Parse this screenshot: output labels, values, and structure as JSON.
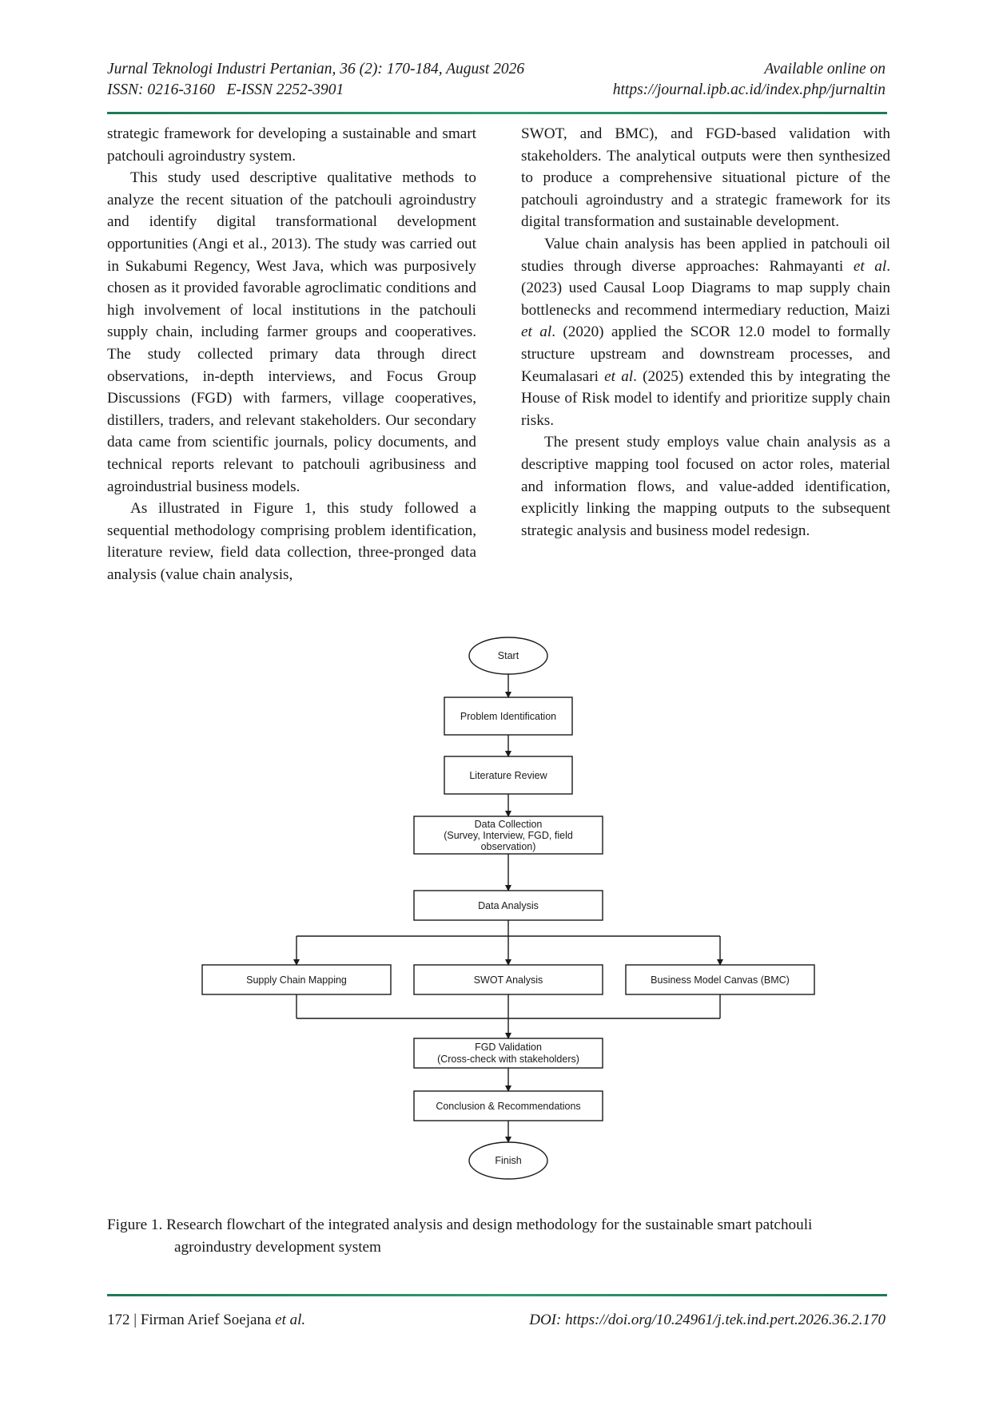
{
  "header": {
    "journal": "Jurnal Teknologi Industri Pertanian, 36 (2): 170-184, August 2026",
    "issn": "ISSN: 0216-3160   E-ISSN 2252-3901",
    "available": "Available online on",
    "url": "https://journal.ipb.ac.id/index.php/jurnaltin"
  },
  "body": {
    "left_p1": "strategic framework for developing a sustainable and smart patchouli agroindustry system.",
    "left_p2": "This study used descriptive qualitative methods to analyze the recent situation of the patchouli agroindustry and identify digital transformational development opportunities (Angi et al., 2013). The study was carried out in Sukabumi Regency, West Java, which was purposively chosen as it provided favorable agroclimatic conditions and high involvement of local institutions in the patchouli supply chain, including farmer groups and cooperatives. The study collected primary data through direct observations, in-depth interviews, and Focus Group Discussions (FGD) with farmers, village cooperatives, distillers, traders, and relevant stakeholders. Our secondary data came from scientific journals, policy documents, and technical reports relevant to patchouli agribusiness and agroindustrial business models.",
    "left_p3": "As illustrated in Figure 1, this study followed a sequential methodology comprising problem identification, literature review, field data collection, three-pronged data analysis (value chain analysis,",
    "right_p1": "SWOT, and BMC), and FGD-based validation with stakeholders. The analytical outputs were then synthesized to produce a comprehensive situational picture of the patchouli agroindustry and a strategic framework for its digital transformation and sustainable development.",
    "right_p2": {
      "a": "Value chain analysis has been applied in patchouli oil studies through diverse approaches: Rahmayanti ",
      "et1": "et al",
      "b": ". (2023) used Causal Loop Diagrams to map supply chain bottlenecks and recommend intermediary reduction, Maizi ",
      "et2": "et al",
      "c": ". (2020) applied the SCOR 12.0 model to formally structure upstream and downstream processes, and Keumalasari ",
      "et3": "et al",
      "d": ". (2025) extended this by integrating the House of Risk model to identify and prioritize supply chain risks."
    },
    "right_p3": "The present study employs value chain analysis as a descriptive mapping tool focused on actor roles, material and information flows, and value-added identification, explicitly linking the mapping outputs to the subsequent strategic analysis and business model redesign."
  },
  "flowchart": {
    "start": "Start",
    "problem": "Problem Identification",
    "literature": "Literature Review",
    "collection_l1": "Data Collection",
    "collection_l2": "(Survey, Interview, FGD, field",
    "collection_l3": "observation)",
    "analysis": "Data Analysis",
    "supply_chain": "Supply Chain Mapping",
    "swot": "SWOT Analysis",
    "bmc": "Business Model Canvas (BMC)",
    "fgd_l1": "FGD Validation",
    "fgd_l2": "(Cross-check with stakeholders)",
    "conclusion": "Conclusion & Recommendations",
    "finish": "Finish"
  },
  "caption": {
    "line1": "Figure 1. Research flowchart of the integrated analysis and design methodology for the sustainable smart patchouli",
    "line2": "agroindustry development system"
  },
  "footer": {
    "page": "172",
    "sep": " | ",
    "author": "Firman Arief Soejana ",
    "etal": "et al.",
    "doi": "DOI: https://doi.org/10.24961/j.tek.ind.pert.2026.36.2.170"
  }
}
